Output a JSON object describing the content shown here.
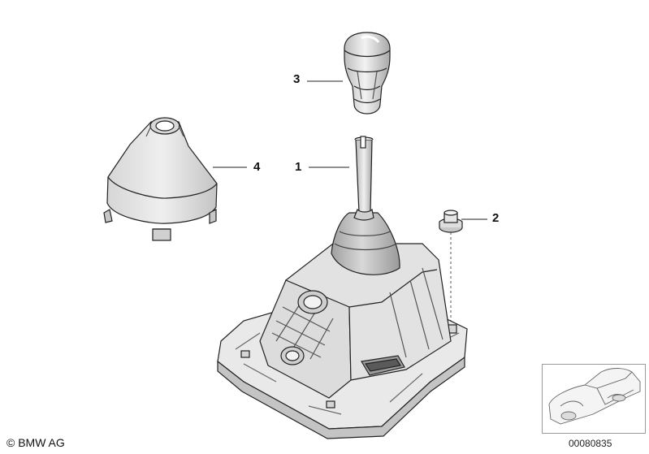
{
  "diagram": {
    "callouts": {
      "part_1": "1",
      "part_2": "2",
      "part_3": "3",
      "part_4": "4"
    },
    "copyright": "© BMW AG",
    "reference_number": "00080835"
  },
  "colors": {
    "line": "#222222",
    "shade_light": "#e4e4e4",
    "shade_mid": "#c9c9c9",
    "shade_dark": "#a9a9a9"
  },
  "icons": [
    "copyright-icon",
    "car-outline-icon"
  ]
}
